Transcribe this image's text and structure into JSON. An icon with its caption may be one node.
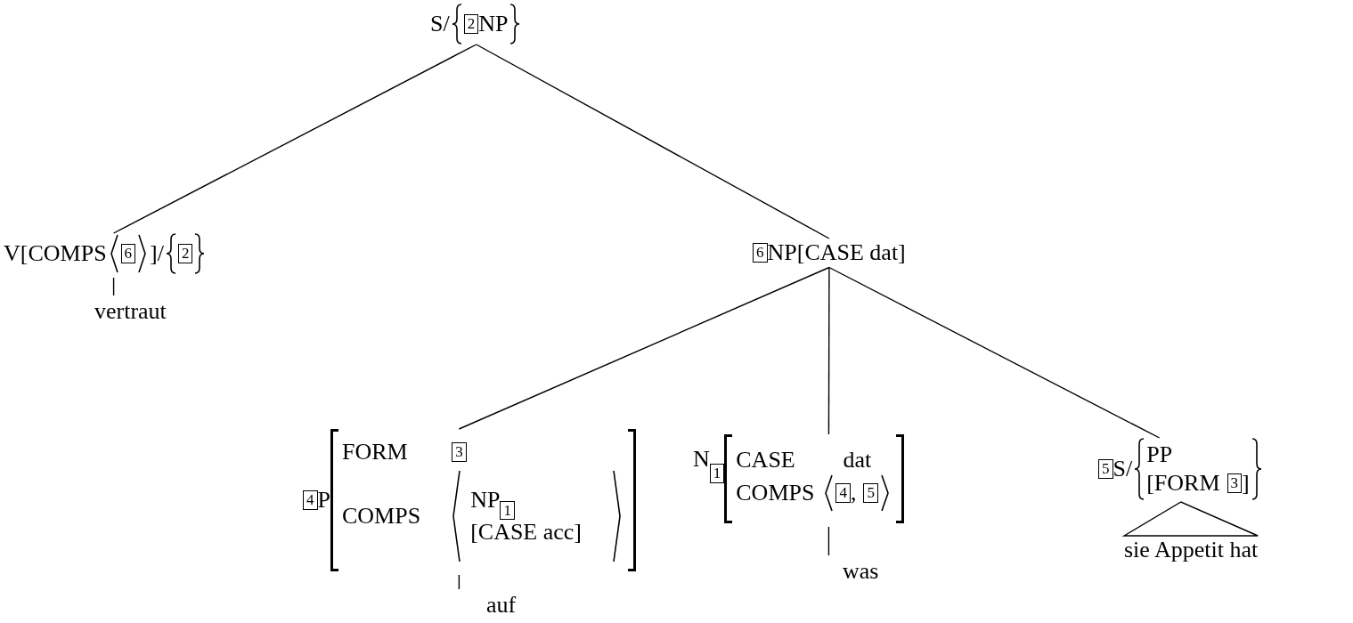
{
  "diagram": {
    "nodes": [
      {
        "text": [
          "S/",
          "2",
          "NP"
        ]
      },
      {
        "text": [
          "V[COMPS",
          "6",
          "]/",
          "2"
        ]
      },
      {
        "text": [
          "vertraut"
        ]
      },
      {
        "text": [
          "6",
          "NP[CASE dat]"
        ]
      },
      {
        "text": [
          "4",
          "P",
          "FORM",
          "3",
          "COMPS",
          "NP",
          "1",
          "[CASE acc]"
        ]
      },
      {
        "text": [
          "auf"
        ]
      },
      {
        "text": [
          "N",
          "1",
          "CASE",
          "dat",
          "COMPS",
          "4",
          ",",
          "5"
        ]
      },
      {
        "text": [
          "was"
        ]
      },
      {
        "text": [
          "5",
          "S/",
          "PP",
          "[FORM",
          "3",
          "]"
        ]
      },
      {
        "text": [
          "sie Appetit hat"
        ]
      }
    ],
    "edges": [
      {
        "from": 0,
        "to": 1,
        "arrow": "none"
      },
      {
        "from": 0,
        "to": 3,
        "arrow": "none"
      },
      {
        "from": 1,
        "to": 2,
        "arrow": "none"
      },
      {
        "from": 3,
        "to": 4,
        "arrow": "none"
      },
      {
        "from": 3,
        "to": 6,
        "arrow": "none"
      },
      {
        "from": 3,
        "to": 8,
        "arrow": "none"
      },
      {
        "from": 4,
        "to": 5,
        "arrow": "none"
      },
      {
        "from": 6,
        "to": 7,
        "arrow": "none"
      },
      {
        "from": 8,
        "to": 9,
        "arrow": "none"
      }
    ]
  }
}
